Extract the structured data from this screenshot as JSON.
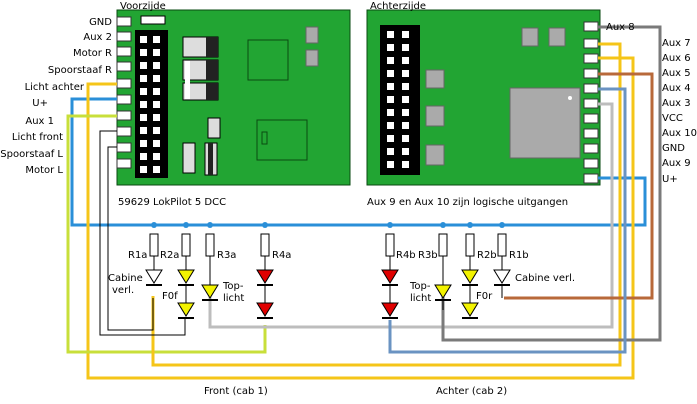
{
  "front_title": "Voorzijde",
  "back_title": "Achterzijde",
  "front_pins": [
    "GND",
    "Aux 2",
    "Motor R",
    "Spoorstaaf R",
    "Licht achter",
    "U+",
    "Aux 1",
    "Licht front",
    "Spoorstaaf L",
    "Motor L"
  ],
  "back_pin_top": "Aux 8",
  "back_pins": [
    "Aux 7",
    "Aux 6",
    "Aux 5",
    "Aux 4",
    "Aux 3",
    "VCC",
    "Aux 10",
    "GND",
    "Aux 9",
    "U+"
  ],
  "front_caption": "59629 LokPilot 5 DCC",
  "back_caption": "Aux 9 en Aux 10 zijn logische uitgangen",
  "resistors": [
    "R1a",
    "R2a",
    "R3a",
    "R4a",
    "R4b",
    "R3b",
    "R2b",
    "R1b"
  ],
  "leds": {
    "cabine_a": "Cabine\nverl.",
    "f0f": "F0f",
    "top_a": "Top-\nlicht",
    "top_b": "Top-\nlicht",
    "f0r": "F0r",
    "cabine_b": "Cabine verl."
  },
  "bottom_labels": [
    "Front (cab 1)",
    "Achter (cab 2)"
  ],
  "colors": {
    "board": "#22a533",
    "blue": "#2a8fd8",
    "yellow": "#f5c518",
    "lime": "#c8df3a",
    "gray": "#bdbdbd",
    "darkgray": "#7a7a7a",
    "brown": "#b8693a",
    "steel": "#6a93c2",
    "led_yellow": "#f3f300",
    "led_red": "#e00000"
  }
}
